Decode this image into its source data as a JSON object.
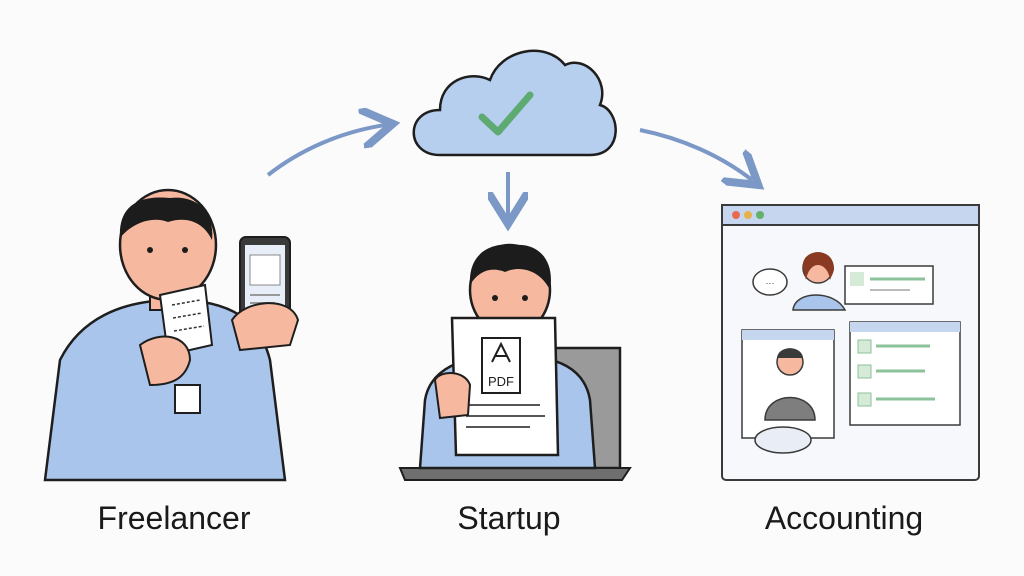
{
  "captions": {
    "freelancer": "Freelancer",
    "startup": "Startup",
    "accounting": "Accounting"
  },
  "document": {
    "pdf_label": "PDF"
  },
  "colors": {
    "cloud_fill": "#b7cfee",
    "check_green": "#5daa73",
    "arrow_blue": "#7b98c7",
    "shirt_blue": "#a9c5ec",
    "skin": "#f6b9a0",
    "hair": "#1c1c1c",
    "panel_green": "#d6ead8"
  },
  "icons": [
    "cloud-check-icon",
    "arrow-right-icon",
    "arrow-down-icon",
    "smartphone-icon",
    "receipt-icon",
    "pdf-icon",
    "laptop-icon",
    "browser-window-icon",
    "speech-bubble-icon"
  ]
}
